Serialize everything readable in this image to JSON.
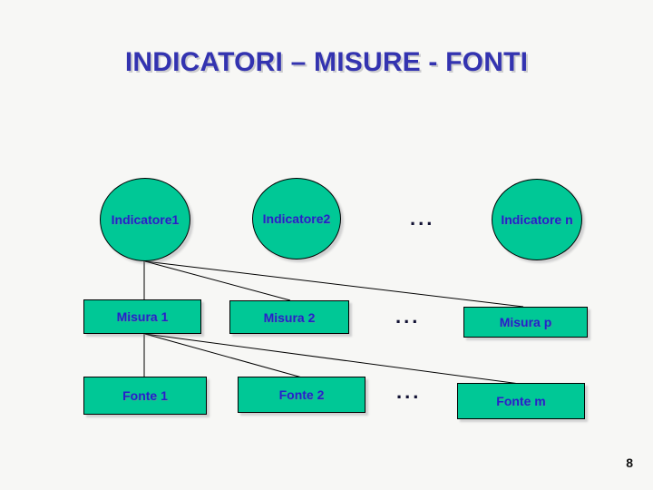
{
  "slide": {
    "title": "INDICATORI – MISURE - FONTI",
    "page_number": "8",
    "background_color": "#f7f7f5",
    "node_fill_color": "#00c896",
    "node_border_color": "#000000",
    "node_text_color": "#2222cc",
    "title_color": "#3333b0"
  },
  "indicators": [
    {
      "label": "Indicatore1"
    },
    {
      "label": "Indicatore2"
    },
    {
      "label": "Indicatore n"
    }
  ],
  "measures": [
    {
      "label": "Misura 1"
    },
    {
      "label": "Misura 2"
    },
    {
      "label": "Misura p"
    }
  ],
  "sources": [
    {
      "label": "Fonte 1"
    },
    {
      "label": "Fonte 2"
    },
    {
      "label": "Fonte m"
    }
  ],
  "ellipsis": {
    "indicator_row": "...",
    "measure_row": "...",
    "source_row": "..."
  }
}
